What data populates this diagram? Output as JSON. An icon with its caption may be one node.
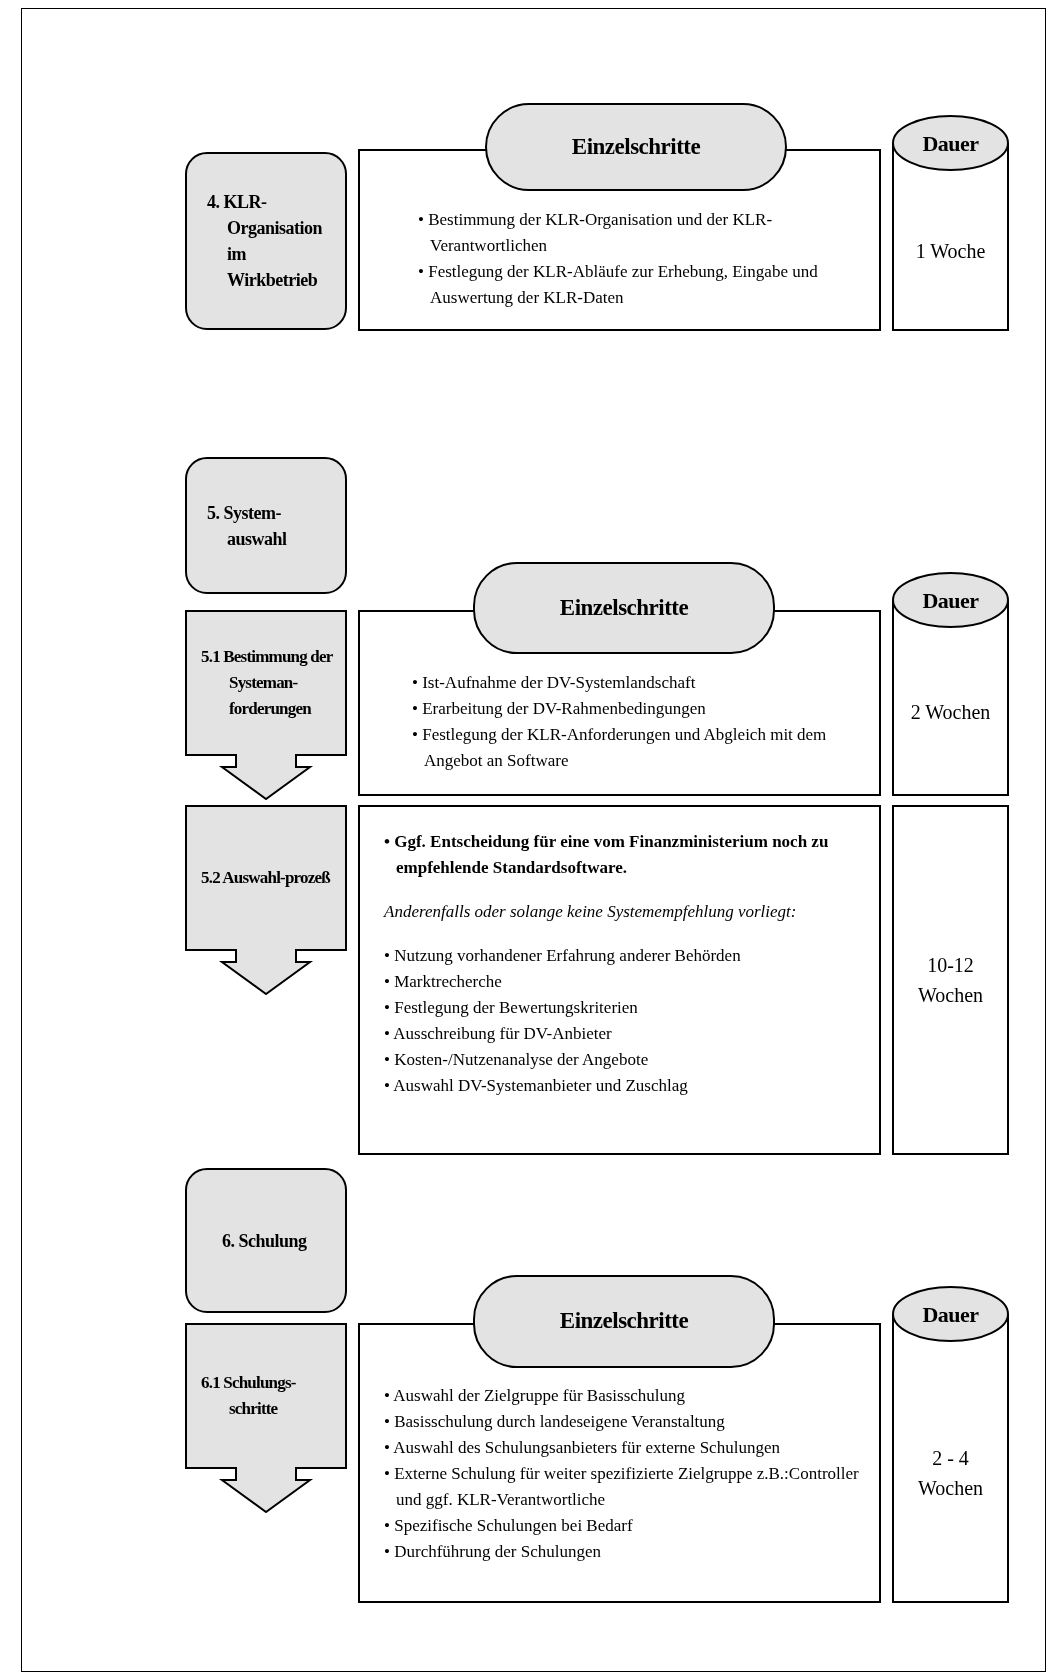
{
  "diagram": {
    "nodes": [
      {
        "text": [
          "4. KLR-Organisation im Wirkbetrieb"
        ]
      },
      {
        "text": [
          "Einzelschritte"
        ]
      },
      {
        "text": [
          "• Bestimmung der KLR-Organisation und der KLR-Verantwortlichen",
          "• Festlegung der KLR-Abläufe zur Erhebung, Eingabe und Auswertung der KLR-Daten"
        ]
      },
      {
        "text": [
          "Dauer",
          "1 Woche"
        ]
      },
      {
        "text": [
          "5. System-auswahl"
        ]
      },
      {
        "text": [
          "5.1 Bestimmung der Systeman-forderungen"
        ]
      },
      {
        "text": [
          "Einzelschritte"
        ]
      },
      {
        "text": [
          "• Ist-Aufnahme der DV-Systemlandschaft",
          "• Erarbeitung der DV-Rahmenbedingungen",
          "• Festlegung der KLR-Anforderungen und Abgleich mit dem Angebot an Software"
        ]
      },
      {
        "text": [
          "Dauer",
          "2 Wochen"
        ]
      },
      {
        "text": [
          "5.2 Auswahl-prozeß"
        ]
      },
      {
        "text": [
          "• Ggf. Entscheidung für eine vom Finanzministerium noch zu empfehlende Standardsoftware.",
          "Anderenfalls oder solange keine Systemempfehlung vorliegt:",
          "• Nutzung vorhandener Erfahrung anderer Behörden",
          "• Marktrecherche",
          "• Festlegung der Bewertungskriterien",
          "• Ausschreibung für DV-Anbieter",
          "• Kosten-/Nutzenanalyse der Angebote",
          "• Auswahl DV-Systemanbieter und Zuschlag"
        ]
      },
      {
        "text": [
          "10-12 Wochen"
        ]
      },
      {
        "text": [
          "6. Schulung"
        ]
      },
      {
        "text": [
          "6.1 Schulungs-schritte"
        ]
      },
      {
        "text": [
          "Einzelschritte"
        ]
      },
      {
        "text": [
          "• Auswahl der Zielgruppe für Basisschulung",
          "• Basisschulung durch landeseigene Veranstaltung",
          "• Auswahl des Schulungsanbieters für externe Schulungen",
          "• Externe Schulung für weiter spezifizierte Zielgruppe z.B.:Controller und ggf. KLR-Verantwortliche",
          "• Spezifische Schulungen bei Bedarf",
          "• Durchführung der Schulungen"
        ]
      },
      {
        "text": [
          "Dauer",
          "2 - 4 Wochen"
        ]
      }
    ]
  }
}
